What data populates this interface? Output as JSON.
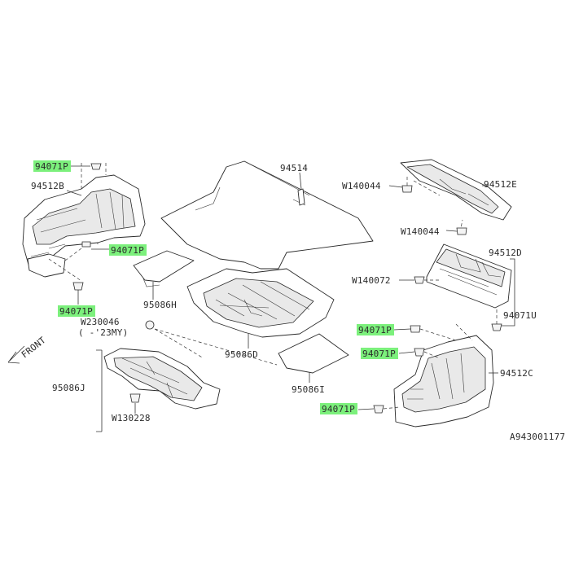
{
  "labels": {
    "p94071p_a": "94071P",
    "p94512b": "94512B",
    "p94071p_b": "94071P",
    "p94071p_c": "94071P",
    "p94514": "94514",
    "p95086h": "95086H",
    "p95086d": "95086D",
    "w230046": "W230046",
    "w230046_note": "( -'23MY)",
    "p95086j": "95086J",
    "w130228": "W130228",
    "p95086i": "95086I",
    "w140044_a": "W140044",
    "p94512e": "94512E",
    "w140044_b": "W140044",
    "p94512d": "94512D",
    "w140072": "W140072",
    "p94071u": "94071U",
    "p94071p_d": "94071P",
    "p94071p_e": "94071P",
    "p94512c": "94512C",
    "p94071p_f": "94071P",
    "front": "FRONT",
    "diagram_code": "A943001177"
  },
  "highlight_color": "#7cf07c"
}
